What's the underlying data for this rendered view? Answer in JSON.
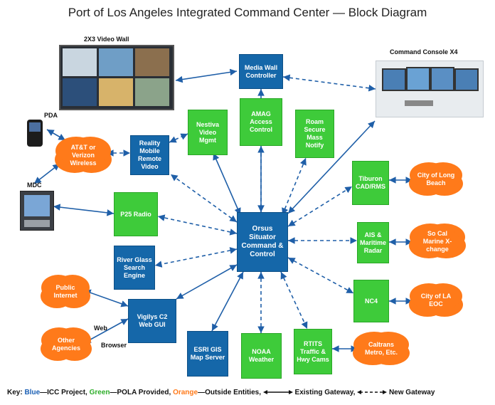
{
  "title": "Port of Los Angeles Integrated Command Center — Block Diagram",
  "labels": {
    "video_wall": "2X3 Video Wall",
    "command_console": "Command Console X4",
    "pda": "PDA",
    "mdc": "MDC",
    "web": "Web",
    "browser": "Browser"
  },
  "nodes": {
    "media_wall_controller": "Media Wall Controller",
    "nestiva": "Nestiva Video Mgmt",
    "amag": "AMAG Access Control",
    "roam_secure": "Roam Secure Mass Notify",
    "reality_mobile": "Reality Mobile Remote Video",
    "tiburon": "Tiburon CAD/RMS",
    "p25": "P25 Radio",
    "orsus": "Orsus Situator Command & Control",
    "ais": "AIS & Maritime Radar",
    "river_glass": "River Glass Search Engine",
    "nc4": "NC4",
    "vigilys": "Vigilys C2 Web GUI",
    "esri": "ESRI GIS Map Server",
    "noaa": "NOAA Weather",
    "rtits": "RTITS Traffic & Hwy Cams"
  },
  "clouds": {
    "att": "AT&T or Verizon Wireless",
    "long_beach": "City of Long Beach",
    "socal": "So Cal Marine X-change",
    "public_internet": "Public Internet",
    "la_eoc": "City of LA EOC",
    "other_agencies": "Other Agencies",
    "caltrans": "Caltrans Metro, Etc."
  },
  "key": {
    "prefix": "Key:",
    "blue": "Blue",
    "blue_desc": "—ICC Project,",
    "green": "Green",
    "green_desc": "—POLA Provided,",
    "orange": "Orange",
    "orange_desc": "—Outside Entities,",
    "existing": "Existing Gateway,",
    "new": "New Gateway"
  },
  "colors": {
    "icc_blue": "#1567a9",
    "pola_green": "#3ecb3a",
    "outside_orange": "#ff7a1a",
    "connector": "#1f5fa8"
  }
}
